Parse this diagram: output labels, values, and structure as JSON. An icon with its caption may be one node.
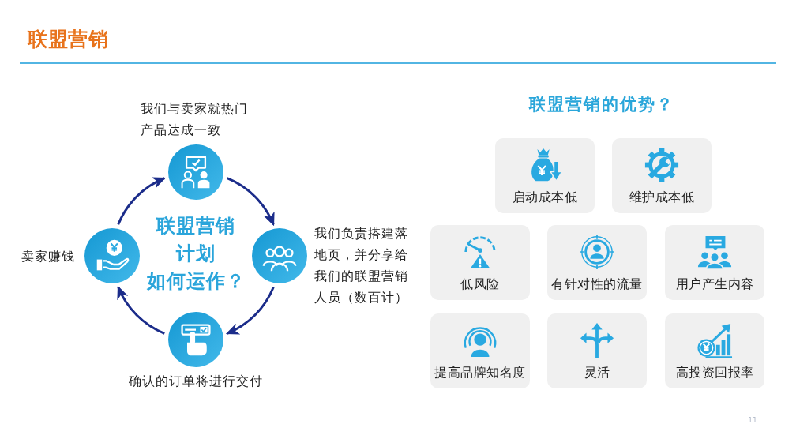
{
  "diagram": {
    "title": "联盟营销",
    "nodes": [
      {
        "text": [],
        "shape": "circle",
        "beside": [
          "我们与卖家就热门产品达成一致"
        ]
      },
      {
        "text": [],
        "shape": "circle",
        "beside": [
          "我们负责搭建落地页，并分享给我们的联盟营销人员（数百计）"
        ]
      },
      {
        "text": [],
        "shape": "circle",
        "beside": [
          "确认的订单将进行交付"
        ]
      },
      {
        "text": [],
        "shape": "circle",
        "beside": [
          "卖家赚钱"
        ]
      },
      {
        "text": [
          "启动成本低"
        ]
      },
      {
        "text": [
          "维护成本低"
        ]
      },
      {
        "text": [
          "低风险"
        ]
      },
      {
        "text": [
          "有针对性的流量"
        ]
      },
      {
        "text": [
          "用户产生内容"
        ]
      },
      {
        "text": [
          "提高品牌知名度"
        ]
      },
      {
        "text": [
          "灵活"
        ]
      },
      {
        "text": [
          "高投资回报率"
        ]
      }
    ],
    "edges": [
      {
        "from": 0,
        "to": 1,
        "arrow": "to"
      },
      {
        "from": 1,
        "to": 2,
        "arrow": "to"
      },
      {
        "from": 2,
        "to": 3,
        "arrow": "to"
      },
      {
        "from": 3,
        "to": 0,
        "arrow": "to"
      }
    ],
    "labels": [
      "联盟营销计划如何运作？",
      "联盟营销的优势？",
      "11"
    ]
  }
}
